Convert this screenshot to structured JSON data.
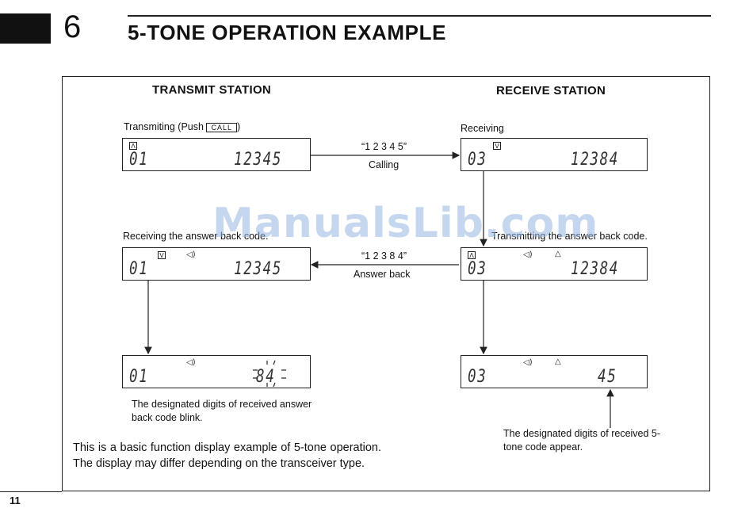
{
  "chapter": {
    "number": "6",
    "title": "5-TONE OPERATION EXAMPLE"
  },
  "transmit": {
    "heading": "TRANSMIT STATION",
    "step1_label": "Transmiting (Push",
    "call_key": "CALL",
    "step1_close": ")",
    "step2_label": "Receiving the answer back code.",
    "display1": {
      "channel": "01",
      "code": "12345"
    },
    "display2": {
      "channel": "01",
      "code": "12345"
    },
    "display3": {
      "channel": "01",
      "code": "84"
    },
    "blink_note": "The designated digits of received answer back code blink."
  },
  "receive": {
    "heading": "RECEIVE STATION",
    "step1_label": "Receiving",
    "step2_label": "Transmitting the answer back code.",
    "display1": {
      "channel": "03",
      "code": "12384"
    },
    "display2": {
      "channel": "03",
      "code": "12384"
    },
    "display3": {
      "channel": "03",
      "code": "45"
    },
    "appear_note": "The designated digits of received 5-tone code appear."
  },
  "links": {
    "calling_code": "“1 2 3 4 5”",
    "calling_label": "Calling",
    "answer_code": "“1 2 3 8 4”",
    "answer_label": "Answer back"
  },
  "footnote": "This is a basic function display example of 5-tone operation.  The display may differ depending on the transceiver type.",
  "watermark": "ManualsLib.com",
  "page_number": "11"
}
